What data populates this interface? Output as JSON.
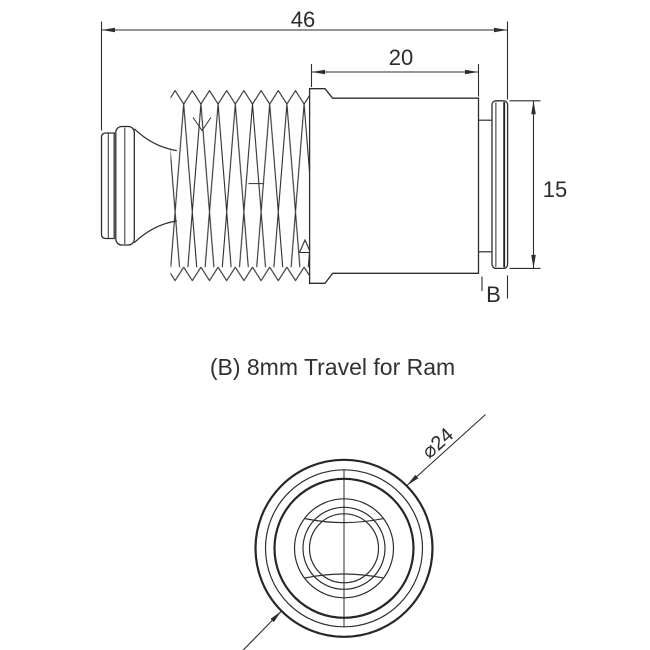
{
  "drawing": {
    "caption": "(B) 8mm Travel for Ram",
    "dims": {
      "overall_length": "46",
      "upper_length": "20",
      "end_height": "15",
      "travel_ref": "B",
      "outer_diameter": "⌀24"
    },
    "colors": {
      "line": "#2e2e2e",
      "background": "#ffffff"
    }
  }
}
